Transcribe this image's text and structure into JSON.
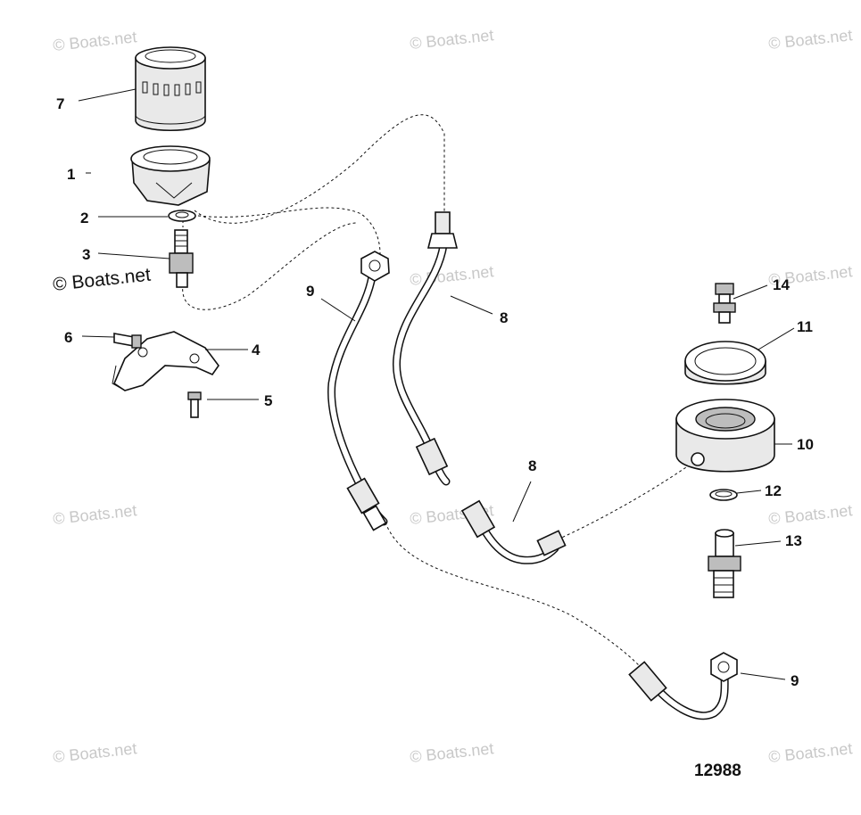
{
  "watermark": {
    "text": "© Boats.net"
  },
  "figure_number": "12988",
  "callouts": {
    "c1": "1",
    "c2": "2",
    "c3": "3",
    "c4": "4",
    "c5": "5",
    "c6": "6",
    "c7": "7",
    "c8a": "8",
    "c8b": "8",
    "c9a": "9",
    "c9b": "9",
    "c10": "10",
    "c11": "11",
    "c12": "12",
    "c13": "13",
    "c14": "14"
  }
}
